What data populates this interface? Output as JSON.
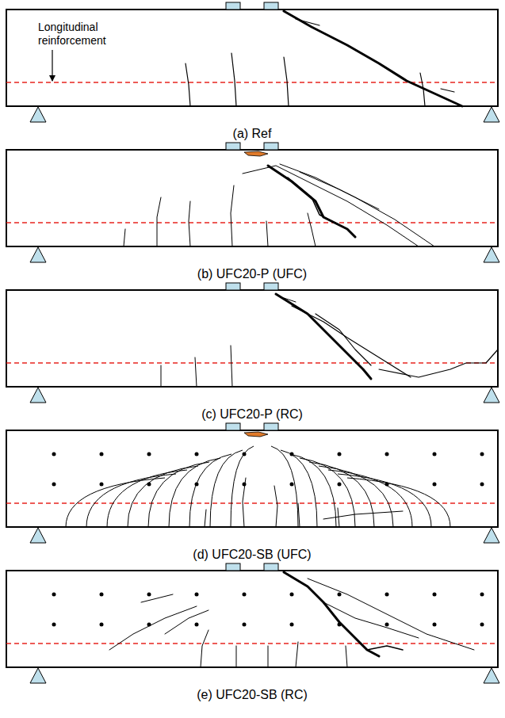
{
  "diagram": {
    "labels": [
      "Longitudinal reinforcement",
      "(a) Ref",
      "(b) UFC20-P (UFC)",
      "(c) UFC20-P (RC)",
      "(d) UFC20-SB (UFC)",
      "(e) UFC20-SB (RC)"
    ]
  }
}
